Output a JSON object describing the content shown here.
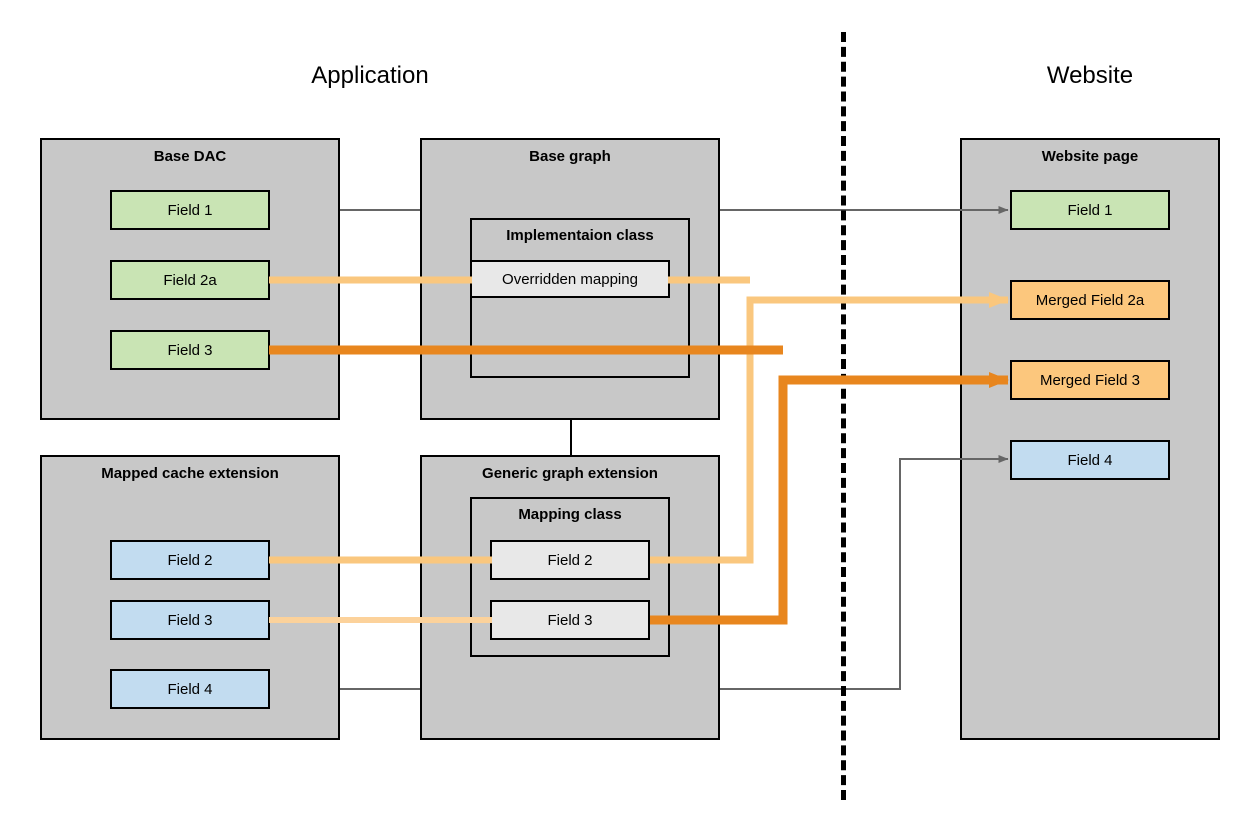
{
  "diagram": {
    "title_left": "Application",
    "title_right": "Website",
    "colors": {
      "container_fill": "#c8c8c8",
      "green_field": "#c9e4b4",
      "blue_field": "#c2dcf0",
      "orange_field": "#fcc77d",
      "grey_field": "#e8e8e8",
      "light_orange_wire": "#fac77e",
      "dark_orange_wire": "#e8861e",
      "grey_wire": "#666666",
      "stroke": "#000000"
    }
  },
  "base_dac": {
    "title": "Base DAC",
    "fields": [
      {
        "label": "Field 1"
      },
      {
        "label": "Field 2a"
      },
      {
        "label": "Field 3"
      }
    ]
  },
  "base_graph": {
    "title": "Base graph",
    "implementation_class": {
      "title": "Implementaion class",
      "fields": [
        {
          "label": "Overridden mapping"
        }
      ]
    }
  },
  "mapped_cache_extension": {
    "title": "Mapped cache extension",
    "fields": [
      {
        "label": "Field 2"
      },
      {
        "label": "Field 3"
      },
      {
        "label": "Field 4"
      }
    ]
  },
  "generic_graph_extension": {
    "title": "Generic graph extension",
    "mapping_class": {
      "title": "Mapping class",
      "fields": [
        {
          "label": "Field 2"
        },
        {
          "label": "Field 3"
        }
      ]
    }
  },
  "website_page": {
    "title": "Website page",
    "fields": [
      {
        "label": "Field 1"
      },
      {
        "label": "Merged Field 2a"
      },
      {
        "label": "Merged Field 3"
      },
      {
        "label": "Field 4"
      }
    ]
  }
}
